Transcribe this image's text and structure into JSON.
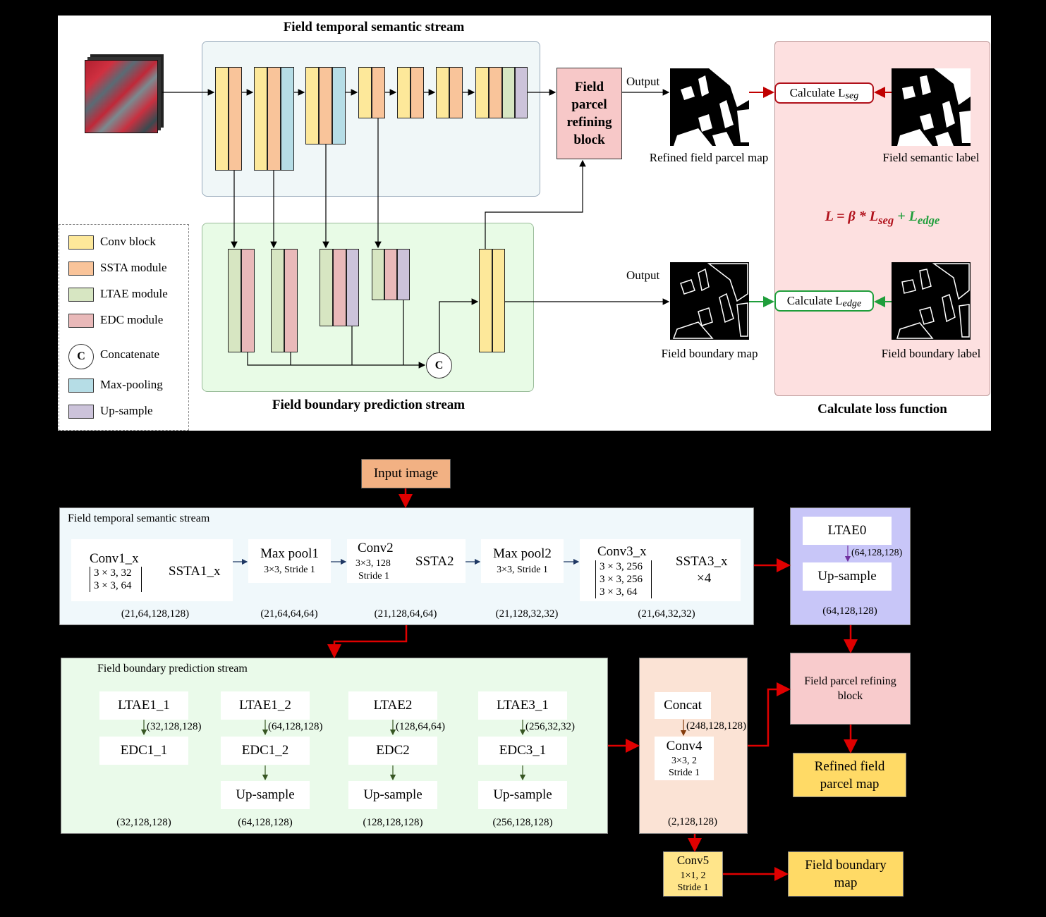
{
  "top": {
    "semantic_stream_title": "Field temporal semantic stream",
    "boundary_stream_title": "Field boundary prediction stream",
    "refine_block": "Field parcel refining block",
    "output_label_1": "Output",
    "output_label_2": "Output",
    "refined_map_caption": "Refined field parcel map",
    "semantic_label_caption": "Field semantic label",
    "boundary_map_caption": "Field boundary map",
    "boundary_label_caption": "Field boundary label",
    "loss_caption": "Calculate loss function",
    "calc_seg": "Calculate L",
    "calc_seg_sub": "seg",
    "calc_edge": "Calculate L",
    "calc_edge_sub": "edge",
    "formula": {
      "lhs": "L = β * L",
      "seg_sub": "seg",
      "plus": " + L",
      "edge_sub": "edge"
    },
    "concat_symbol": "C",
    "legend": [
      {
        "label": "Conv block",
        "color": "#fde89a"
      },
      {
        "label": "SSTA module",
        "color": "#f9c49a"
      },
      {
        "label": "LTAE module",
        "color": "#d7e6c2"
      },
      {
        "label": "EDC module",
        "color": "#e9b9b9"
      },
      {
        "label": "Concatenate",
        "color": "circle"
      },
      {
        "label": "Max-pooling",
        "color": "#b6dde6"
      },
      {
        "label": "Up-sample",
        "color": "#ccc3da"
      }
    ],
    "colors": {
      "seg_arrow": "#c00000",
      "edge_arrow": "#1f9e3b"
    }
  },
  "bottom": {
    "input_image": "Input image",
    "semantic_panel_title": "Field temporal semantic stream",
    "conv1_name": "Conv1_x",
    "conv1_m1": "3 × 3, 32",
    "conv1_m2": "3 × 3, 64",
    "ssta1": "SSTA1_x",
    "maxpool1": "Max pool1",
    "maxpool1_sub": "3×3,  Stride 1",
    "conv2_name": "Conv2",
    "conv2_sub1": "3×3,  128",
    "conv2_sub2": "Stride 1",
    "ssta2": "SSTA2",
    "maxpool2": "Max pool2",
    "maxpool2_sub": "3×3,  Stride 1",
    "conv3_name": "Conv3_x",
    "conv3_m1": "3 × 3, 256",
    "conv3_m2": "3 × 3, 256",
    "conv3_m3": "3 × 3, 64",
    "ssta3": "SSTA3_x",
    "ssta3_rep": "×4",
    "dims_semantic": [
      "(21,64,128,128)",
      "(21,64,64,64)",
      "(21,128,64,64)",
      "(21,128,32,32)",
      "(21,64,32,32)"
    ],
    "ltae0": "LTAE0",
    "ltae0_dim": "(64,128,128)",
    "ltae0_up": "Up-sample",
    "ltae0_out": "(64,128,128)",
    "boundary_panel_title": "Field boundary prediction stream",
    "branches": [
      {
        "top": "LTAE1_1",
        "dim": "(32,128,128)",
        "mid": "EDC1_1",
        "bot": "",
        "out": "(32,128,128)"
      },
      {
        "top": "LTAE1_2",
        "dim": "(64,128,128)",
        "mid": "EDC1_2",
        "bot": "Up-sample",
        "out": "(64,128,128)"
      },
      {
        "top": "LTAE2",
        "dim": "(128,64,64)",
        "mid": "EDC2",
        "bot": "Up-sample",
        "out": "(128,128,128)"
      },
      {
        "top": "LTAE3_1",
        "dim": "(256,32,32)",
        "mid": "EDC3_1",
        "bot": "Up-sample",
        "out": "(256,128,128)"
      }
    ],
    "concat": "Concat",
    "concat_dim": "(248,128,128)",
    "conv4": "Conv4",
    "conv4_sub1": "3×3,  2",
    "conv4_sub2": "Stride 1",
    "conv4_out": "(2,128,128)",
    "refining_block": "Field parcel refining block",
    "refined_map": "Refined field parcel map",
    "conv5": "Conv5",
    "conv5_sub1": "1×1,  2",
    "conv5_sub2": "Stride 1",
    "boundary_map": "Field boundary map"
  }
}
